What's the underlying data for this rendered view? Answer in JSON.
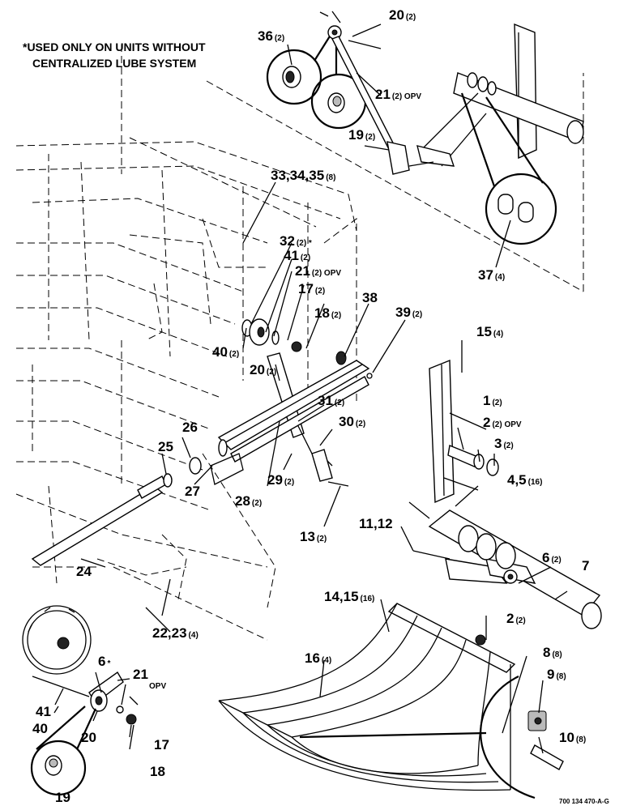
{
  "note": {
    "line1": "*USED ONLY ON UNITS WITHOUT",
    "line2": "CENTRALIZED LUBE SYSTEM"
  },
  "drawing_number": "700 134 470-A-G",
  "callouts": [
    {
      "id": "c20t",
      "num": "20",
      "qty": "(2)"
    },
    {
      "id": "c36",
      "num": "36",
      "qty": "(2)"
    },
    {
      "id": "c21t",
      "num": "21",
      "qty": "(2) OPV"
    },
    {
      "id": "c19t",
      "num": "19",
      "qty": "(2)"
    },
    {
      "id": "c33",
      "num": "33,34,35",
      "qty": "(8)"
    },
    {
      "id": "c32",
      "num": "32",
      "qty": "(2) *"
    },
    {
      "id": "c41m",
      "num": "41",
      "qty": "(2)"
    },
    {
      "id": "c21m",
      "num": "21",
      "qty": "(2) OPV"
    },
    {
      "id": "c17m",
      "num": "17",
      "qty": "(2)"
    },
    {
      "id": "c18m",
      "num": "18",
      "qty": "(2)"
    },
    {
      "id": "c38",
      "num": "38",
      "qty": ""
    },
    {
      "id": "c39",
      "num": "39",
      "qty": "(2)"
    },
    {
      "id": "c37",
      "num": "37",
      "qty": "(4)"
    },
    {
      "id": "c15a",
      "num": "15",
      "qty": "(4)"
    },
    {
      "id": "c40m",
      "num": "40",
      "qty": "(2)"
    },
    {
      "id": "c20m",
      "num": "20",
      "qty": "(2)"
    },
    {
      "id": "c31",
      "num": "31",
      "qty": "(2)"
    },
    {
      "id": "c1",
      "num": "1",
      "qty": "(2)"
    },
    {
      "id": "c2a",
      "num": "2",
      "qty": "(2) OPV"
    },
    {
      "id": "c3",
      "num": "3",
      "qty": "(2)"
    },
    {
      "id": "c30",
      "num": "30",
      "qty": "(2)"
    },
    {
      "id": "c26",
      "num": "26",
      "qty": ""
    },
    {
      "id": "c25",
      "num": "25",
      "qty": ""
    },
    {
      "id": "c27",
      "num": "27",
      "qty": ""
    },
    {
      "id": "c28",
      "num": "28",
      "qty": "(2)"
    },
    {
      "id": "c29",
      "num": "29",
      "qty": "(2)"
    },
    {
      "id": "c45",
      "num": "4,5",
      "qty": "(16)"
    },
    {
      "id": "c13",
      "num": "13",
      "qty": "(2)"
    },
    {
      "id": "c1112",
      "num": "11,12",
      "qty": ""
    },
    {
      "id": "c6a",
      "num": "6",
      "qty": "(2)"
    },
    {
      "id": "c7",
      "num": "7",
      "qty": ""
    },
    {
      "id": "c24",
      "num": "24",
      "qty": ""
    },
    {
      "id": "c1415",
      "num": "14,15",
      "qty": "(16)"
    },
    {
      "id": "c2b",
      "num": "2",
      "qty": "(2)"
    },
    {
      "id": "c2223",
      "num": "22,23",
      "qty": "(4)"
    },
    {
      "id": "c16",
      "num": "16",
      "qty": "(4)"
    },
    {
      "id": "c8",
      "num": "8",
      "qty": "(8)"
    },
    {
      "id": "c9",
      "num": "9",
      "qty": "(8)"
    },
    {
      "id": "c6b",
      "num": "6",
      "qty": "*"
    },
    {
      "id": "c21b",
      "num": "21",
      "qty": "OPV"
    },
    {
      "id": "c41b",
      "num": "41",
      "qty": ""
    },
    {
      "id": "c40b",
      "num": "40",
      "qty": ""
    },
    {
      "id": "c20b",
      "num": "20",
      "qty": ""
    },
    {
      "id": "c17b",
      "num": "17",
      "qty": ""
    },
    {
      "id": "c18b",
      "num": "18",
      "qty": ""
    },
    {
      "id": "c10",
      "num": "10",
      "qty": "(8)"
    },
    {
      "id": "c19b",
      "num": "19",
      "qty": ""
    }
  ]
}
